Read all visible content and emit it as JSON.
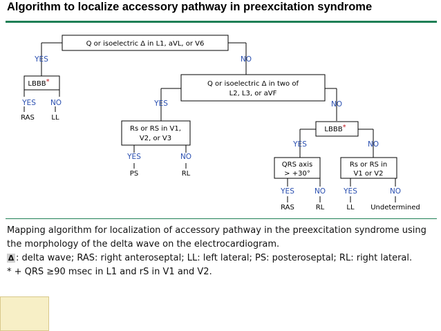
{
  "title": "Algorithm to localize accessory pathway in preexcitation syndrome",
  "diagram": {
    "q_l1_avl_v6": "Q or isoelectric Δ in L1, aVL, or V6",
    "lbbb_a": "LBBB",
    "asterisk": "*",
    "q_inferior_1": "Q or isoelectric Δ in two of",
    "q_inferior_2": "L2, L3, or aVF",
    "rs_v1_1": "Rs or RS in V1,",
    "rs_v1_2": "V2, or V3",
    "lbbb_b": "LBBB",
    "qrs_axis_1": "QRS axis",
    "qrs_axis_2": "> +30°",
    "rs_v1v2_1": "Rs or RS in",
    "rs_v1v2_2": "V1 or V2",
    "yes": "YES",
    "no": "NO",
    "ras": "RAS",
    "ll": "LL",
    "ps": "PS",
    "rl": "RL",
    "undetermined": "Undetermined"
  },
  "caption": {
    "line1": "Mapping algorithm for localization of accessory pathway in the preexcitation syndrome using the morphology of the delta wave on the electrocardiogram.",
    "delta_symbol": "Δ",
    "line2": ": delta wave; RAS: right anteroseptal; LL: left lateral; PS: posteroseptal; RL: right lateral.",
    "line3": "* + QRS ≥90 msec in L1 and rS in V1 and V2."
  },
  "colors": {
    "green": "#1e7f55",
    "blue": "#2a4fb0",
    "red": "#c0141b",
    "corner": "#f7efc6"
  }
}
